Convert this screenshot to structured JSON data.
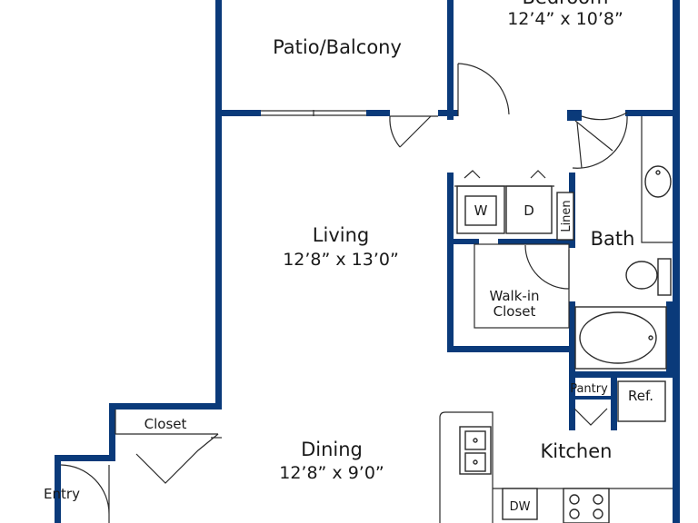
{
  "rooms": {
    "bedroom": {
      "name": "Bedroom",
      "dimensions": "12’4” x 10’8”"
    },
    "patio": {
      "name": "Patio/Balcony"
    },
    "living": {
      "name": "Living",
      "dimensions": "12’8” x 13’0”"
    },
    "dining": {
      "name": "Dining",
      "dimensions": "12’8” x 9’0”"
    },
    "bath": {
      "name": "Bath"
    },
    "walk_in_closet": {
      "name_line1": "Walk-in",
      "name_line2": "Closet"
    },
    "kitchen": {
      "name": "Kitchen"
    },
    "closet": {
      "name": "Closet"
    },
    "entry": {
      "name": "Entry"
    },
    "linen": {
      "name": "Linen"
    },
    "pantry": {
      "name": "Pantry"
    }
  },
  "appliances": {
    "washer": "W",
    "dryer": "D",
    "refrigerator": "Ref.",
    "dishwasher": "DW"
  },
  "colors": {
    "wall": "#0a3a7a",
    "line": "#2b2b2b",
    "background": "#ffffff"
  }
}
